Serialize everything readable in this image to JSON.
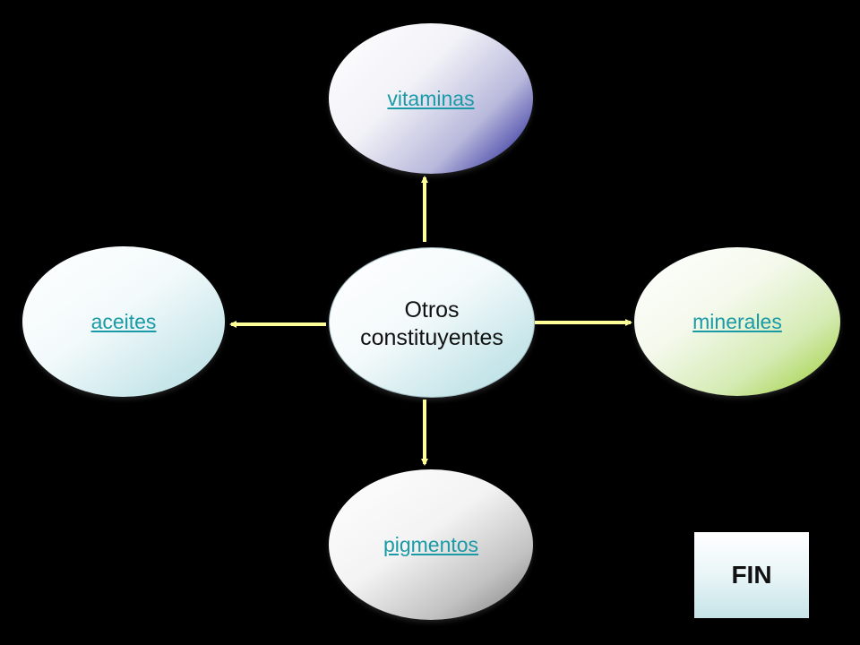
{
  "diagram": {
    "center": {
      "label": "Otros\nconstituyentes"
    },
    "nodes": {
      "top": {
        "label": "vitaminas"
      },
      "left": {
        "label": "aceites"
      },
      "right": {
        "label": "minerales"
      },
      "bottom": {
        "label": "pigmentos"
      }
    },
    "connector_color": "#ffff99"
  },
  "buttons": {
    "fin": {
      "label": "FIN"
    }
  },
  "colors": {
    "background": "#000000",
    "link": "#1a9aa6",
    "vitaminas_accent": "#3f3fa7",
    "minerales_accent": "#9acd32",
    "pigmentos_accent": "#7a7a7a",
    "aceites_accent": "#b4dde2"
  }
}
